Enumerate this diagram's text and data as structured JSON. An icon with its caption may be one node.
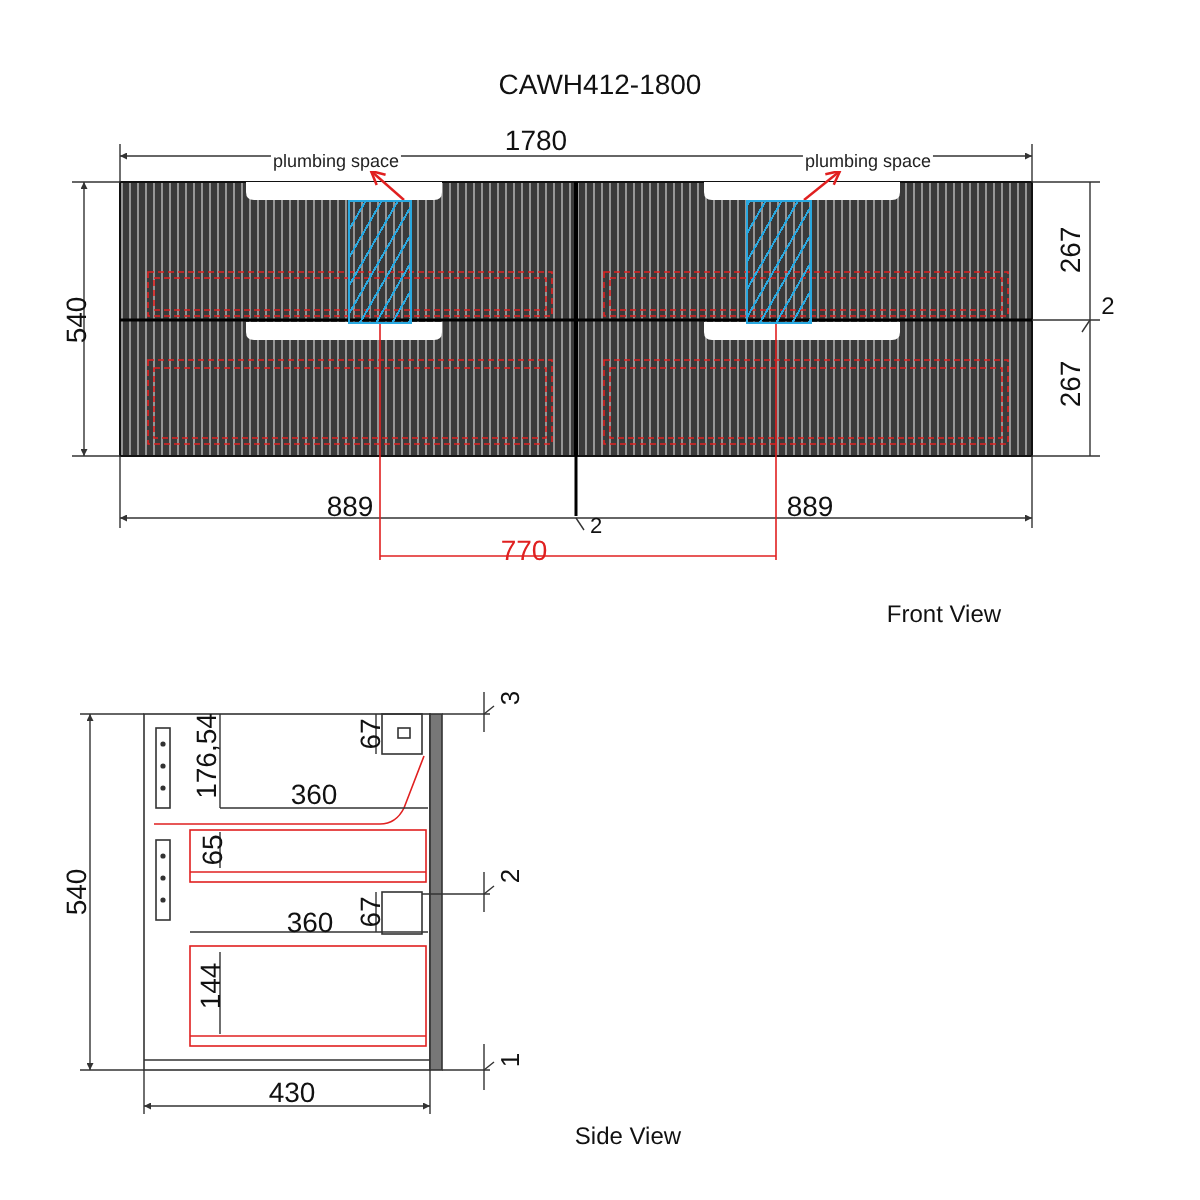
{
  "diagram": {
    "title": "CAWH412-1800",
    "nodes": [
      {
        "text": [
          "plumbing space"
        ]
      },
      {
        "text": [],
        "shape": "box"
      },
      {
        "text": [
          "plumbing space"
        ]
      },
      {
        "text": [],
        "shape": "box"
      }
    ],
    "edges": [
      {
        "from": 1,
        "to": 0,
        "arrow": "to"
      },
      {
        "from": 3,
        "to": 2,
        "arrow": "to"
      }
    ],
    "labels": [
      "1780",
      "540",
      "267",
      "2",
      "267",
      "889",
      "2",
      "889",
      "770",
      "Front View",
      "3",
      "67",
      "176,54",
      "360",
      "65",
      "2",
      "67",
      "360",
      "540",
      "144",
      "1",
      "430",
      "Side View"
    ]
  }
}
